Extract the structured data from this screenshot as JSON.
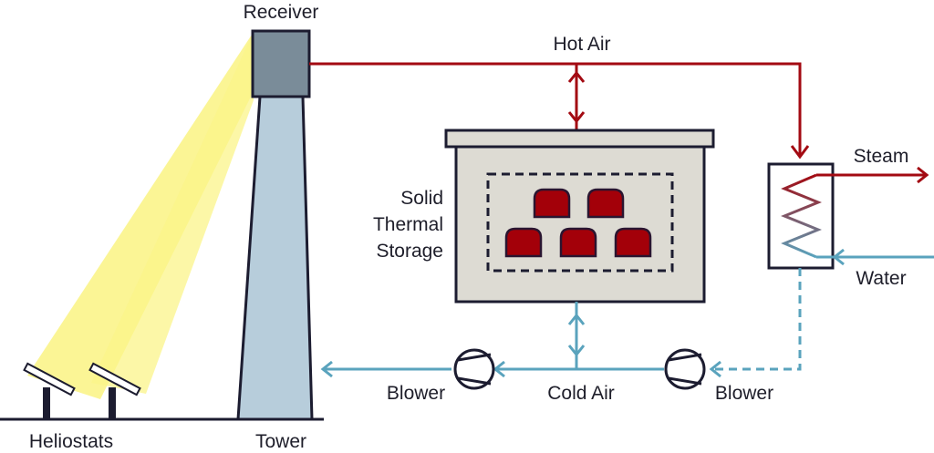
{
  "diagram": {
    "title": "Solar tower with solid thermal storage",
    "labels": {
      "receiver": "Receiver",
      "hot_air": "Hot Air",
      "steam": "Steam",
      "water": "Water",
      "storage_line1": "Solid",
      "storage_line2": "Thermal",
      "storage_line3": "Storage",
      "blower_left": "Blower",
      "cold_air": "Cold Air",
      "blower_right": "Blower",
      "heliostats": "Heliostats",
      "tower": "Tower"
    },
    "colors": {
      "hot": "#a30a12",
      "cold": "#5aa3bd",
      "outline": "#1c1c30",
      "receiver": "#7a8c99",
      "tower": "#b7cddb",
      "storage": "#dddbd3",
      "beam": "#fbf48a",
      "brick": "#a30009"
    }
  }
}
